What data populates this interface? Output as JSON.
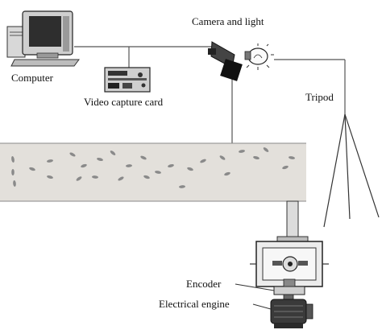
{
  "labels": {
    "computer": "Computer",
    "video_capture_card": "Video capture card",
    "camera_and_light": "Camera and light",
    "tripod": "Tripod",
    "encoder": "Encoder",
    "electrical_engine": "Electrical engine"
  },
  "colors": {
    "ink": "#111111",
    "line": "#555555",
    "belt": "#e3e0db",
    "seed": "#8a8a8a",
    "device_dark": "#2a2a2a"
  }
}
